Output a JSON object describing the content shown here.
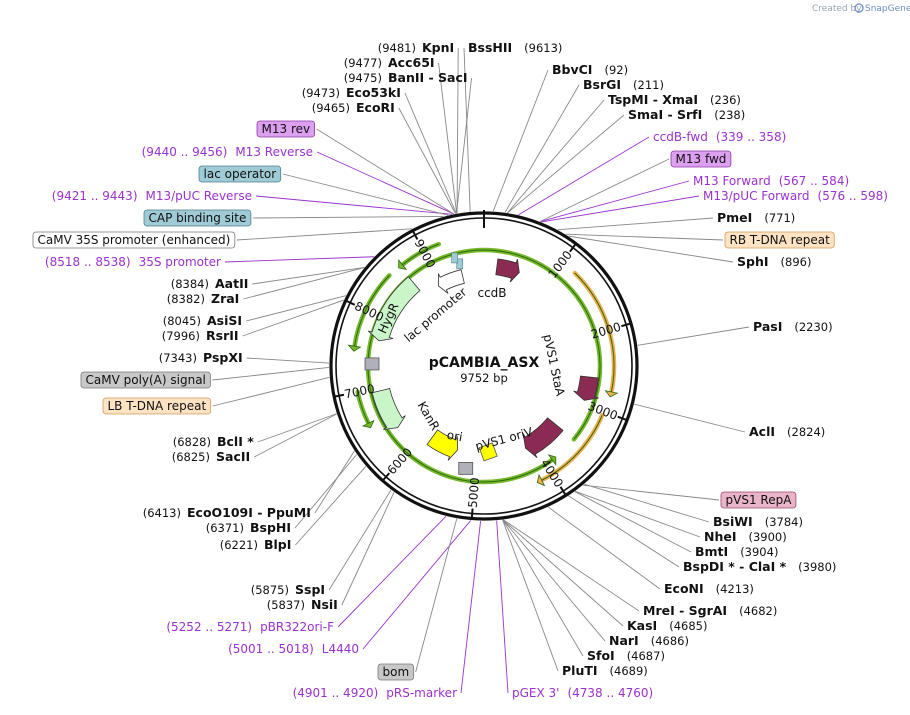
{
  "branding": {
    "created_by": "Created by",
    "app_name": "SnapGene"
  },
  "plasmid": {
    "name": "pCAMBIA_ASX",
    "length_label": "9752 bp",
    "length": 9752
  },
  "ticks": [
    {
      "label": "1000",
      "pos": 1000
    },
    {
      "label": "2000",
      "pos": 2000
    },
    {
      "label": "3000",
      "pos": 3000
    },
    {
      "label": "4000",
      "pos": 4000
    },
    {
      "label": "5000",
      "pos": 5000
    },
    {
      "label": "6000",
      "pos": 6000
    },
    {
      "label": "7000",
      "pos": 7000
    },
    {
      "label": "8000",
      "pos": 8000
    },
    {
      "label": "9000",
      "pos": 9000
    }
  ],
  "site_labels": [
    {
      "id": "kpni",
      "pos": 9481,
      "side": "L",
      "row": "kpni",
      "num": "(9481)",
      "parts": [
        "KpnI"
      ]
    },
    {
      "id": "acc65i",
      "pos": 9477,
      "side": "L",
      "row": "acc65i",
      "num": "(9477)",
      "parts": [
        "Acc65I"
      ]
    },
    {
      "id": "banii",
      "pos": 9475,
      "side": "L",
      "row": "banii",
      "num": "(9475)",
      "parts": [
        "BanII",
        "SacI"
      ]
    },
    {
      "id": "eco53ki",
      "pos": 9473,
      "side": "L",
      "row": "eco53ki",
      "num": "(9473)",
      "parts": [
        "Eco53kI"
      ]
    },
    {
      "id": "ecori",
      "pos": 9465,
      "side": "L",
      "row": "ecori",
      "num": "(9465)",
      "parts": [
        "EcoRI"
      ]
    },
    {
      "id": "bsshii",
      "pos": 9613,
      "side": "R",
      "row": "bsshii",
      "num": "(9613)",
      "parts": [
        "BssHII"
      ]
    },
    {
      "id": "bbvci",
      "pos": 92,
      "side": "R",
      "row": "bbvci",
      "num": "(92)",
      "parts": [
        "BbvCI"
      ]
    },
    {
      "id": "bsrgi",
      "pos": 211,
      "side": "R",
      "row": "bsrgi",
      "num": "(211)",
      "parts": [
        "BsrGI"
      ]
    },
    {
      "id": "tspmi",
      "pos": 236,
      "side": "R",
      "row": "tspmi",
      "num": "(236)",
      "parts": [
        "TspMI",
        "XmaI"
      ]
    },
    {
      "id": "smai",
      "pos": 238,
      "side": "R",
      "row": "smai",
      "num": "(238)",
      "parts": [
        "SmaI",
        "SrfI"
      ]
    },
    {
      "id": "pmei",
      "pos": 771,
      "side": "R",
      "row": "pmei",
      "num": "(771)",
      "parts": [
        "PmeI"
      ]
    },
    {
      "id": "sphi",
      "pos": 896,
      "side": "R",
      "row": "sphi",
      "num": "(896)",
      "parts": [
        "SphI"
      ]
    },
    {
      "id": "pasi",
      "pos": 2230,
      "side": "R",
      "row": "pasi",
      "num": "(2230)",
      "parts": [
        "PasI"
      ]
    },
    {
      "id": "acli",
      "pos": 2824,
      "side": "R",
      "row": "acli",
      "num": "(2824)",
      "parts": [
        "AclI"
      ]
    },
    {
      "id": "bsiwi",
      "pos": 3784,
      "side": "R",
      "row": "bsiwi",
      "num": "(3784)",
      "parts": [
        "BsiWI"
      ]
    },
    {
      "id": "nhei",
      "pos": 3900,
      "side": "R",
      "row": "nhei",
      "num": "(3900)",
      "parts": [
        "NheI"
      ]
    },
    {
      "id": "bmti",
      "pos": 3904,
      "side": "R",
      "row": "bmti",
      "num": "(3904)",
      "parts": [
        "BmtI"
      ]
    },
    {
      "id": "bspdi",
      "pos": 3980,
      "side": "R",
      "row": "bspdi",
      "num": "(3980)",
      "parts": [
        "BspDI *",
        "ClaI *"
      ]
    },
    {
      "id": "econi",
      "pos": 4213,
      "side": "R",
      "row": "econi",
      "num": "(4213)",
      "parts": [
        "EcoNI"
      ]
    },
    {
      "id": "mrei",
      "pos": 4682,
      "side": "R",
      "row": "mrei",
      "num": "(4682)",
      "parts": [
        "MreI",
        "SgrAI"
      ]
    },
    {
      "id": "kasi",
      "pos": 4685,
      "side": "R",
      "row": "kasi",
      "num": "(4685)",
      "parts": [
        "KasI"
      ]
    },
    {
      "id": "nari",
      "pos": 4686,
      "side": "R",
      "row": "nari",
      "num": "(4686)",
      "parts": [
        "NarI"
      ]
    },
    {
      "id": "sfoi",
      "pos": 4687,
      "side": "R",
      "row": "sfoi",
      "num": "(4687)",
      "parts": [
        "SfoI"
      ]
    },
    {
      "id": "pluti",
      "pos": 4689,
      "side": "R",
      "row": "pluti",
      "num": "(4689)",
      "parts": [
        "PluTI"
      ]
    },
    {
      "id": "aatii",
      "pos": 8384,
      "side": "L",
      "row": "aatii",
      "num": "(8384)",
      "parts": [
        "AatII"
      ]
    },
    {
      "id": "zrai",
      "pos": 8382,
      "side": "L",
      "row": "zrai",
      "num": "(8382)",
      "parts": [
        "ZraI"
      ]
    },
    {
      "id": "asisi",
      "pos": 8045,
      "side": "L",
      "row": "asisi",
      "num": "(8045)",
      "parts": [
        "AsiSI"
      ]
    },
    {
      "id": "rsrii",
      "pos": 7996,
      "side": "L",
      "row": "rsrii",
      "num": "(7996)",
      "parts": [
        "RsrII"
      ]
    },
    {
      "id": "pspxi",
      "pos": 7343,
      "side": "L",
      "row": "pspxi",
      "num": "(7343)",
      "parts": [
        "PspXI"
      ]
    },
    {
      "id": "bcli",
      "pos": 6828,
      "side": "L",
      "row": "bcli",
      "num": "(6828)",
      "parts": [
        "BclI *"
      ]
    },
    {
      "id": "sacii",
      "pos": 6825,
      "side": "L",
      "row": "sacii",
      "num": "(6825)",
      "parts": [
        "SacII"
      ]
    },
    {
      "id": "ecoo109i",
      "pos": 6413,
      "side": "L",
      "row": "ecoo109i",
      "num": "(6413)",
      "parts": [
        "EcoO109I",
        "PpuMI"
      ]
    },
    {
      "id": "bsphi",
      "pos": 6371,
      "side": "L",
      "row": "bsphi",
      "num": "(6371)",
      "parts": [
        "BspHI"
      ]
    },
    {
      "id": "blpi",
      "pos": 6221,
      "side": "L",
      "row": "blpi",
      "num": "(6221)",
      "parts": [
        "BlpI"
      ]
    },
    {
      "id": "sspi",
      "pos": 5875,
      "side": "L",
      "row": "sspi",
      "num": "(5875)",
      "parts": [
        "SspI"
      ]
    },
    {
      "id": "nsii",
      "pos": 5837,
      "side": "L",
      "row": "nsii",
      "num": "(5837)",
      "parts": [
        "NsiI"
      ]
    }
  ],
  "primer_labels": [
    {
      "id": "m13-reverse",
      "pos": 9448,
      "side": "L",
      "name": "M13 Reverse",
      "range": "(9440 .. 9456)"
    },
    {
      "id": "m13-puc-reverse",
      "pos": 9432,
      "side": "L",
      "name": "M13/pUC Reverse",
      "range": "(9421 .. 9443)"
    },
    {
      "id": "35s-promoter-primer",
      "pos": 8528,
      "side": "L",
      "name": "35S promoter",
      "range": "(8518 .. 8538)"
    },
    {
      "id": "ccdb-fwd",
      "pos": 348,
      "side": "R",
      "name": "ccdB-fwd",
      "range": "(339 .. 358)"
    },
    {
      "id": "m13-forward",
      "pos": 575,
      "side": "R",
      "name": "M13 Forward",
      "range": "(567 .. 584)"
    },
    {
      "id": "m13-puc-forward",
      "pos": 587,
      "side": "R",
      "name": "M13/pUC Forward",
      "range": "(576 .. 598)"
    },
    {
      "id": "pbr322ori-f",
      "pos": 5261,
      "side": "L",
      "name": "pBR322ori-F",
      "range": "(5252 .. 5271)"
    },
    {
      "id": "l4440",
      "pos": 5009,
      "side": "L",
      "name": "L4440",
      "range": "(5001 .. 5018)"
    },
    {
      "id": "prs-marker",
      "pos": 4910,
      "side": "L",
      "name": "pRS-marker",
      "range": "(4901 .. 4920)"
    },
    {
      "id": "pgex-3",
      "pos": 4749,
      "side": "R",
      "name": "pGEX 3'",
      "range": "(4738 .. 4760)"
    }
  ],
  "feature_boxes": [
    {
      "id": "m13-rev",
      "pos": 9448,
      "label": "M13 rev",
      "fill": "#dda0f0",
      "stroke": "#8a3aa8"
    },
    {
      "id": "lac-operator",
      "pos": 9390,
      "label": "lac operator",
      "fill": "#9fcbd6",
      "stroke": "#4f7f8c"
    },
    {
      "id": "cap-binding-site",
      "pos": 9340,
      "label": "CAP binding site",
      "fill": "#9fcbd6",
      "stroke": "#4f7f8c"
    },
    {
      "id": "camv-35s-enh",
      "pos": 9000,
      "label": "CaMV 35S promoter (enhanced)",
      "fill": "#ffffff",
      "stroke": "#777777"
    },
    {
      "id": "m13-fwd",
      "pos": 575,
      "label": "M13 fwd",
      "fill": "#dda0f0",
      "stroke": "#8a3aa8"
    },
    {
      "id": "rb-t-dna",
      "pos": 860,
      "label": "RB T-DNA repeat",
      "fill": "#fde3c4",
      "stroke": "#d19a5a"
    },
    {
      "id": "camv-polya",
      "pos": 7300,
      "label": "CaMV poly(A) signal",
      "fill": "#c8c8c8",
      "stroke": "#777777"
    },
    {
      "id": "lb-t-dna",
      "pos": 7200,
      "label": "LB T-DNA repeat",
      "fill": "#fde3c4",
      "stroke": "#d19a5a"
    },
    {
      "id": "pvs1-repa",
      "pos": 3800,
      "label": "pVS1 RepA",
      "fill": "#e9b4c9",
      "stroke": "#9a4a6a"
    },
    {
      "id": "bom",
      "pos": 5150,
      "label": "bom",
      "fill": "#c8c8c8",
      "stroke": "#777777"
    }
  ],
  "map_features": [
    {
      "id": "ccdb",
      "label": "ccdB",
      "color": "#8b2a52",
      "start": 200,
      "end": 560
    },
    {
      "id": "hygr",
      "label": "HygR",
      "color": "#c9f5c9",
      "start": 8660,
      "end": 7680
    },
    {
      "id": "lac-promoter",
      "label": "lac promoter",
      "color": "#ffffff",
      "start": 9390,
      "end": 8950
    },
    {
      "id": "pvs1-stab",
      "label": "pVS1 StaA",
      "color": "#8b2a52",
      "start": 2600,
      "end": 2950
    },
    {
      "id": "pvs1-oriv",
      "label": "pVS1 oriV",
      "color": "#8b2a52",
      "start": 3500,
      "end": 4150
    },
    {
      "id": "kanr",
      "label": "KanR",
      "color": "#c9f5c9",
      "start": 6950,
      "end": 6350
    },
    {
      "id": "ori",
      "label": "ori",
      "color": "#ffff00",
      "start": 5850,
      "end": 5350
    }
  ]
}
